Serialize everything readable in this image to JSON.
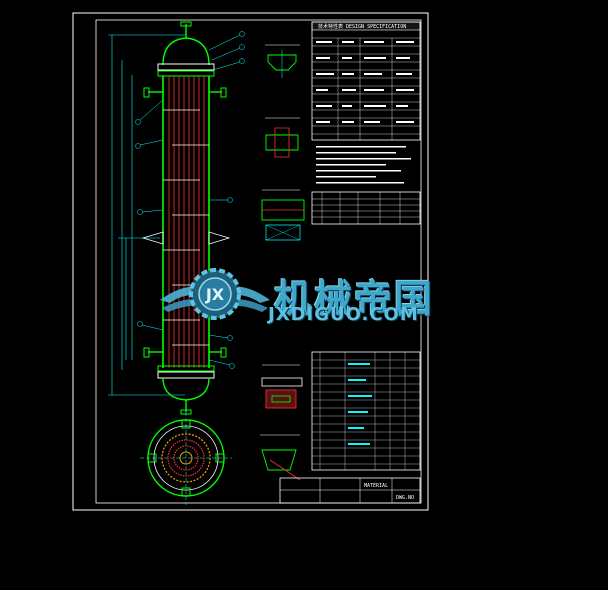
{
  "watermark": {
    "brand": "机械帝国",
    "url": "JXDIGUO.COM",
    "logo_letters": "JX"
  },
  "drawing": {
    "spec_table_title": "技术特性表 DESIGN SPECIFICATION",
    "title_block_material": "MATERIAL",
    "title_block_drawing_no": "DWG.NO"
  },
  "colors": {
    "frame": "#ffffff",
    "outline": "#00ff00",
    "tubes": "#ff3030",
    "dims": "#00ffff",
    "table_text": "#ffffff",
    "watermark": "#3fa7c9"
  }
}
